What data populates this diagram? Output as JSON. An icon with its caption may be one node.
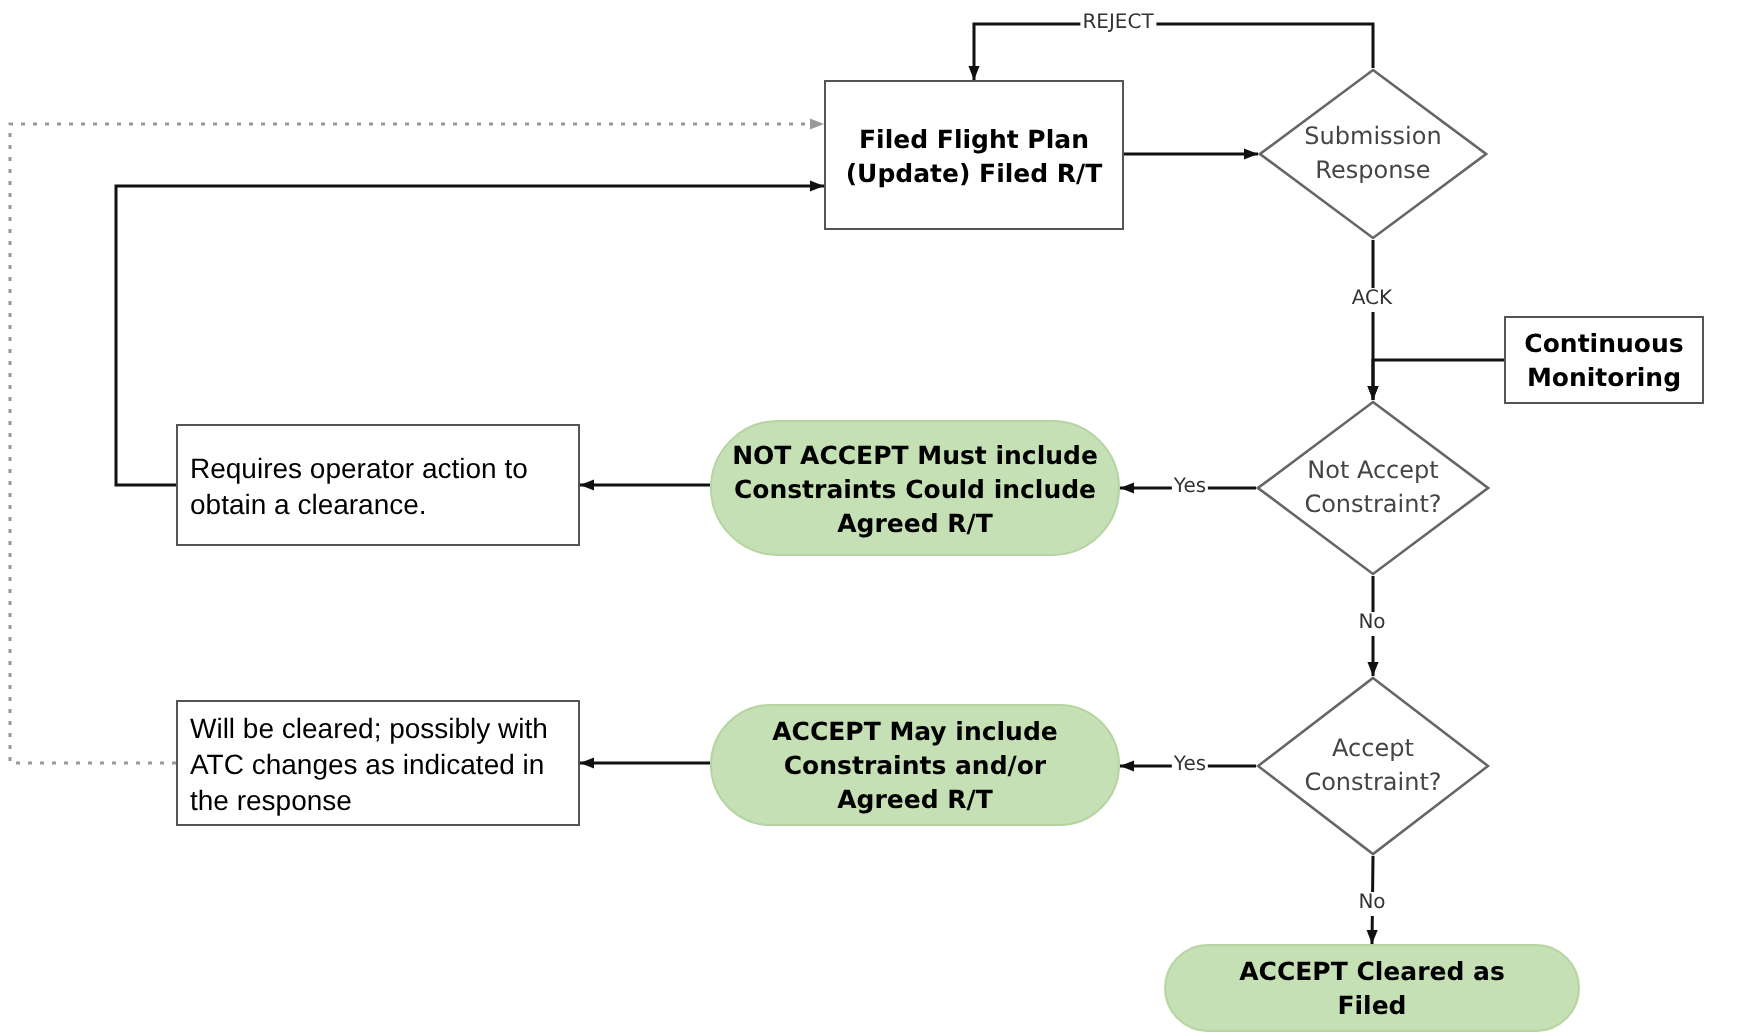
{
  "diagram": {
    "nodes": [
      {
        "text": [
          "Filed Flight Plan (Update) Filed R/T"
        ]
      },
      {
        "text": [
          "Submission Response"
        ]
      },
      {
        "text": [
          "Continuous Monitoring"
        ]
      },
      {
        "text": [
          "Not Accept Constraint?"
        ]
      },
      {
        "text": [
          "NOT ACCEPT Must include Constraints Could include Agreed R/T"
        ]
      },
      {
        "text": [
          "Requires operator action to obtain a clearance."
        ]
      },
      {
        "text": [
          "Accept Constraint?"
        ]
      },
      {
        "text": [
          "ACCEPT May include Constraints and/or Agreed R/T"
        ]
      },
      {
        "text": [
          "Will be cleared; possibly with ATC changes as indicated in the response"
        ]
      },
      {
        "text": [
          "ACCEPT Cleared as Filed"
        ]
      }
    ],
    "edges": [
      {
        "from": 0,
        "to": 1,
        "arrow": "to"
      },
      {
        "from": 1,
        "to": 0,
        "arrow": "to",
        "label": "REJECT"
      },
      {
        "from": 1,
        "to": 3,
        "arrow": "to",
        "label": "ACK"
      },
      {
        "from": 2,
        "to": 3,
        "arrow": "to"
      },
      {
        "from": 3,
        "to": 4,
        "arrow": "to",
        "label": "Yes"
      },
      {
        "from": 4,
        "to": 5,
        "arrow": "to"
      },
      {
        "from": 5,
        "to": 0,
        "arrow": "to"
      },
      {
        "from": 3,
        "to": 6,
        "arrow": "to",
        "label": "No"
      },
      {
        "from": 6,
        "to": 7,
        "arrow": "to",
        "label": "Yes"
      },
      {
        "from": 7,
        "to": 8,
        "arrow": "to"
      },
      {
        "from": 8,
        "to": 0,
        "arrow": "to",
        "style": "dashed",
        "color": "#999999"
      },
      {
        "from": 6,
        "to": 9,
        "arrow": "to",
        "label": "No"
      }
    ]
  }
}
